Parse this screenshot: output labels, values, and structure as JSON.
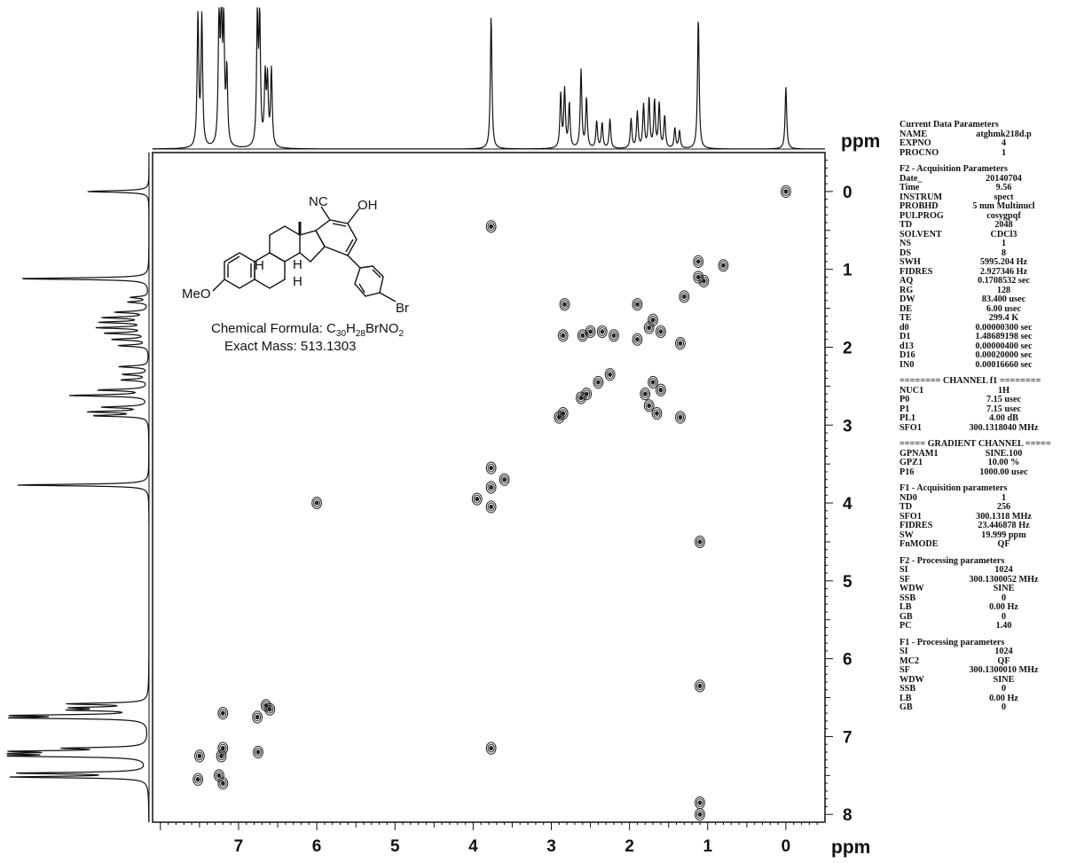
{
  "chart_data": {
    "type": "scatter",
    "plot_kind": "2D COSY NMR contour plot with 1D projections",
    "axis_unit_label": "ppm",
    "x_axis": {
      "range": [
        8.1,
        -0.5
      ],
      "reversed": true,
      "ticks": [
        7,
        6,
        5,
        4,
        3,
        2,
        1,
        0
      ],
      "tick_labels": [
        "7",
        "6",
        "5",
        "4",
        "3",
        "2",
        "1",
        "0"
      ],
      "label": "ppm"
    },
    "y_axis": {
      "range": [
        -0.5,
        8.1
      ],
      "reversed": true,
      "ticks": [
        0,
        1,
        2,
        3,
        4,
        5,
        6,
        7,
        8
      ],
      "tick_labels": [
        "0",
        "1",
        "2",
        "3",
        "4",
        "5",
        "6",
        "7",
        "8"
      ],
      "label": "ppm"
    },
    "grid": false,
    "projection_peaks": [
      {
        "ppm": 7.52,
        "height": 0.98
      },
      {
        "ppm": 7.47,
        "height": 0.96
      },
      {
        "ppm": 7.25,
        "height": 0.95
      },
      {
        "ppm": 7.22,
        "height": 0.92
      },
      {
        "ppm": 7.19,
        "height": 0.86
      },
      {
        "ppm": 7.15,
        "height": 0.55
      },
      {
        "ppm": 6.76,
        "height": 0.93
      },
      {
        "ppm": 6.73,
        "height": 0.92
      },
      {
        "ppm": 6.66,
        "height": 0.5
      },
      {
        "ppm": 6.63,
        "height": 0.48
      },
      {
        "ppm": 6.58,
        "height": 0.57
      },
      {
        "ppm": 3.77,
        "height": 0.99
      },
      {
        "ppm": 2.88,
        "height": 0.4
      },
      {
        "ppm": 2.83,
        "height": 0.43
      },
      {
        "ppm": 2.77,
        "height": 0.33
      },
      {
        "ppm": 2.62,
        "height": 0.58
      },
      {
        "ppm": 2.55,
        "height": 0.37
      },
      {
        "ppm": 2.42,
        "height": 0.2
      },
      {
        "ppm": 2.35,
        "height": 0.19
      },
      {
        "ppm": 2.25,
        "height": 0.22
      },
      {
        "ppm": 1.98,
        "height": 0.22
      },
      {
        "ppm": 1.9,
        "height": 0.27
      },
      {
        "ppm": 1.82,
        "height": 0.32
      },
      {
        "ppm": 1.75,
        "height": 0.37
      },
      {
        "ppm": 1.68,
        "height": 0.35
      },
      {
        "ppm": 1.62,
        "height": 0.33
      },
      {
        "ppm": 1.55,
        "height": 0.24
      },
      {
        "ppm": 1.42,
        "height": 0.15
      },
      {
        "ppm": 1.36,
        "height": 0.13
      },
      {
        "ppm": 1.12,
        "height": 0.98
      },
      {
        "ppm": 0.0,
        "height": 0.46
      }
    ],
    "contour_spots": [
      {
        "x": 0.0,
        "y": 0.0
      },
      {
        "x": 3.77,
        "y": 0.45
      },
      {
        "x": 1.12,
        "y": 0.9
      },
      {
        "x": 1.12,
        "y": 1.1
      },
      {
        "x": 1.05,
        "y": 1.15
      },
      {
        "x": 0.8,
        "y": 0.95
      },
      {
        "x": 1.3,
        "y": 1.35
      },
      {
        "x": 2.83,
        "y": 1.45
      },
      {
        "x": 1.9,
        "y": 1.45
      },
      {
        "x": 2.85,
        "y": 1.85
      },
      {
        "x": 2.6,
        "y": 1.85
      },
      {
        "x": 2.5,
        "y": 1.8
      },
      {
        "x": 2.35,
        "y": 1.8
      },
      {
        "x": 2.2,
        "y": 1.85
      },
      {
        "x": 1.9,
        "y": 1.9
      },
      {
        "x": 1.75,
        "y": 1.75
      },
      {
        "x": 1.7,
        "y": 1.65
      },
      {
        "x": 1.6,
        "y": 1.8
      },
      {
        "x": 1.35,
        "y": 1.95
      },
      {
        "x": 2.25,
        "y": 2.35
      },
      {
        "x": 2.4,
        "y": 2.45
      },
      {
        "x": 2.55,
        "y": 2.6
      },
      {
        "x": 2.62,
        "y": 2.65
      },
      {
        "x": 1.7,
        "y": 2.45
      },
      {
        "x": 1.8,
        "y": 2.6
      },
      {
        "x": 1.75,
        "y": 2.75
      },
      {
        "x": 1.6,
        "y": 2.55
      },
      {
        "x": 2.85,
        "y": 2.85
      },
      {
        "x": 2.9,
        "y": 2.9
      },
      {
        "x": 1.35,
        "y": 2.9
      },
      {
        "x": 1.65,
        "y": 2.85
      },
      {
        "x": 3.77,
        "y": 3.8
      },
      {
        "x": 3.77,
        "y": 3.55
      },
      {
        "x": 3.77,
        "y": 4.05
      },
      {
        "x": 3.95,
        "y": 3.95
      },
      {
        "x": 3.6,
        "y": 3.7
      },
      {
        "x": 6.0,
        "y": 4.0
      },
      {
        "x": 1.1,
        "y": 4.5
      },
      {
        "x": 1.1,
        "y": 6.35
      },
      {
        "x": 7.2,
        "y": 6.7
      },
      {
        "x": 6.76,
        "y": 6.75
      },
      {
        "x": 6.65,
        "y": 6.6
      },
      {
        "x": 6.6,
        "y": 6.65
      },
      {
        "x": 7.2,
        "y": 7.15
      },
      {
        "x": 6.75,
        "y": 7.2
      },
      {
        "x": 3.77,
        "y": 7.15
      },
      {
        "x": 7.5,
        "y": 7.25
      },
      {
        "x": 7.22,
        "y": 7.25
      },
      {
        "x": 7.52,
        "y": 7.55
      },
      {
        "x": 7.25,
        "y": 7.5
      },
      {
        "x": 7.2,
        "y": 7.6
      },
      {
        "x": 1.1,
        "y": 7.85
      },
      {
        "x": 1.1,
        "y": 8.0
      }
    ]
  },
  "structure": {
    "labels": {
      "nc": "NC",
      "oh": "OH",
      "h_alpha": "H",
      "h_mid": "H",
      "h_low": "H",
      "meo": "MeO",
      "br": "Br"
    },
    "formula_prefix": "Chemical Formula: ",
    "formula": {
      "c": "C",
      "c_sub": "30",
      "h": "H",
      "h_sub": "28",
      "rest": "BrNO",
      "o_sub": "2"
    },
    "exact_mass": "Exact Mass: 513.1303"
  },
  "params": {
    "groups": [
      {
        "header": "Current Data Parameters",
        "rows": [
          [
            "NAME",
            "atghmk218d.p"
          ],
          [
            "EXPNO",
            "4"
          ],
          [
            "PROCNO",
            "1"
          ]
        ]
      },
      {
        "header": "F2 - Acquisition Parameters",
        "rows": [
          [
            "Date_",
            "20140704"
          ],
          [
            "Time",
            "9.56"
          ],
          [
            "INSTRUM",
            "spect"
          ],
          [
            "PROBHD",
            "5 mm Multinucl"
          ],
          [
            "PULPROG",
            "cosygpqf"
          ],
          [
            "TD",
            "2048"
          ],
          [
            "SOLVENT",
            "CDCl3"
          ],
          [
            "NS",
            "1"
          ],
          [
            "DS",
            "8"
          ],
          [
            "SWH",
            "5995.204 Hz"
          ],
          [
            "FIDRES",
            "2.927346 Hz"
          ],
          [
            "AQ",
            "0.1708532 sec"
          ],
          [
            "RG",
            "128"
          ],
          [
            "DW",
            "83.400 usec"
          ],
          [
            "DE",
            "6.00 usec"
          ],
          [
            "TE",
            "299.4 K"
          ],
          [
            "d0",
            "0.00000300 sec"
          ],
          [
            "D1",
            "1.48689198 sec"
          ],
          [
            "d13",
            "0.00000400 sec"
          ],
          [
            "D16",
            "0.00020000 sec"
          ],
          [
            "IN0",
            "0.00016660 sec"
          ]
        ]
      },
      {
        "header": "======== CHANNEL f1 ========",
        "channel": true,
        "rows": [
          [
            "NUC1",
            "1H"
          ],
          [
            "P0",
            "7.15 usec"
          ],
          [
            "P1",
            "7.15 usec"
          ],
          [
            "PL1",
            "4.00 dB"
          ],
          [
            "SFO1",
            "300.1318040 MHz"
          ]
        ]
      },
      {
        "header": "===== GRADIENT CHANNEL =====",
        "channel": true,
        "rows": [
          [
            "GPNAM1",
            "SINE.100"
          ],
          [
            "GPZ1",
            "10.00 %"
          ],
          [
            "P16",
            "1000.00 usec"
          ]
        ]
      },
      {
        "header": "F1 - Acquisition parameters",
        "rows": [
          [
            "ND0",
            "1"
          ],
          [
            "TD",
            "256"
          ],
          [
            "SFO1",
            "300.1318 MHz"
          ],
          [
            "FIDRES",
            "23.446878 Hz"
          ],
          [
            "SW",
            "19.999 ppm"
          ],
          [
            "FnMODE",
            "QF"
          ]
        ]
      },
      {
        "header": "F2 - Processing parameters",
        "rows": [
          [
            "SI",
            "1024"
          ],
          [
            "SF",
            "300.1300052 MHz"
          ],
          [
            "WDW",
            "SINE"
          ],
          [
            "SSB",
            "0"
          ],
          [
            "LB",
            "0.00 Hz"
          ],
          [
            "GB",
            "0"
          ],
          [
            "PC",
            "1.40"
          ]
        ]
      },
      {
        "header": "F1 - Processing parameters",
        "rows": [
          [
            "SI",
            "1024"
          ],
          [
            "MC2",
            "QF"
          ],
          [
            "SF",
            "300.1300010 MHz"
          ],
          [
            "WDW",
            "SINE"
          ],
          [
            "SSB",
            "0"
          ],
          [
            "LB",
            "0.00 Hz"
          ],
          [
            "GB",
            "0"
          ]
        ]
      }
    ]
  }
}
